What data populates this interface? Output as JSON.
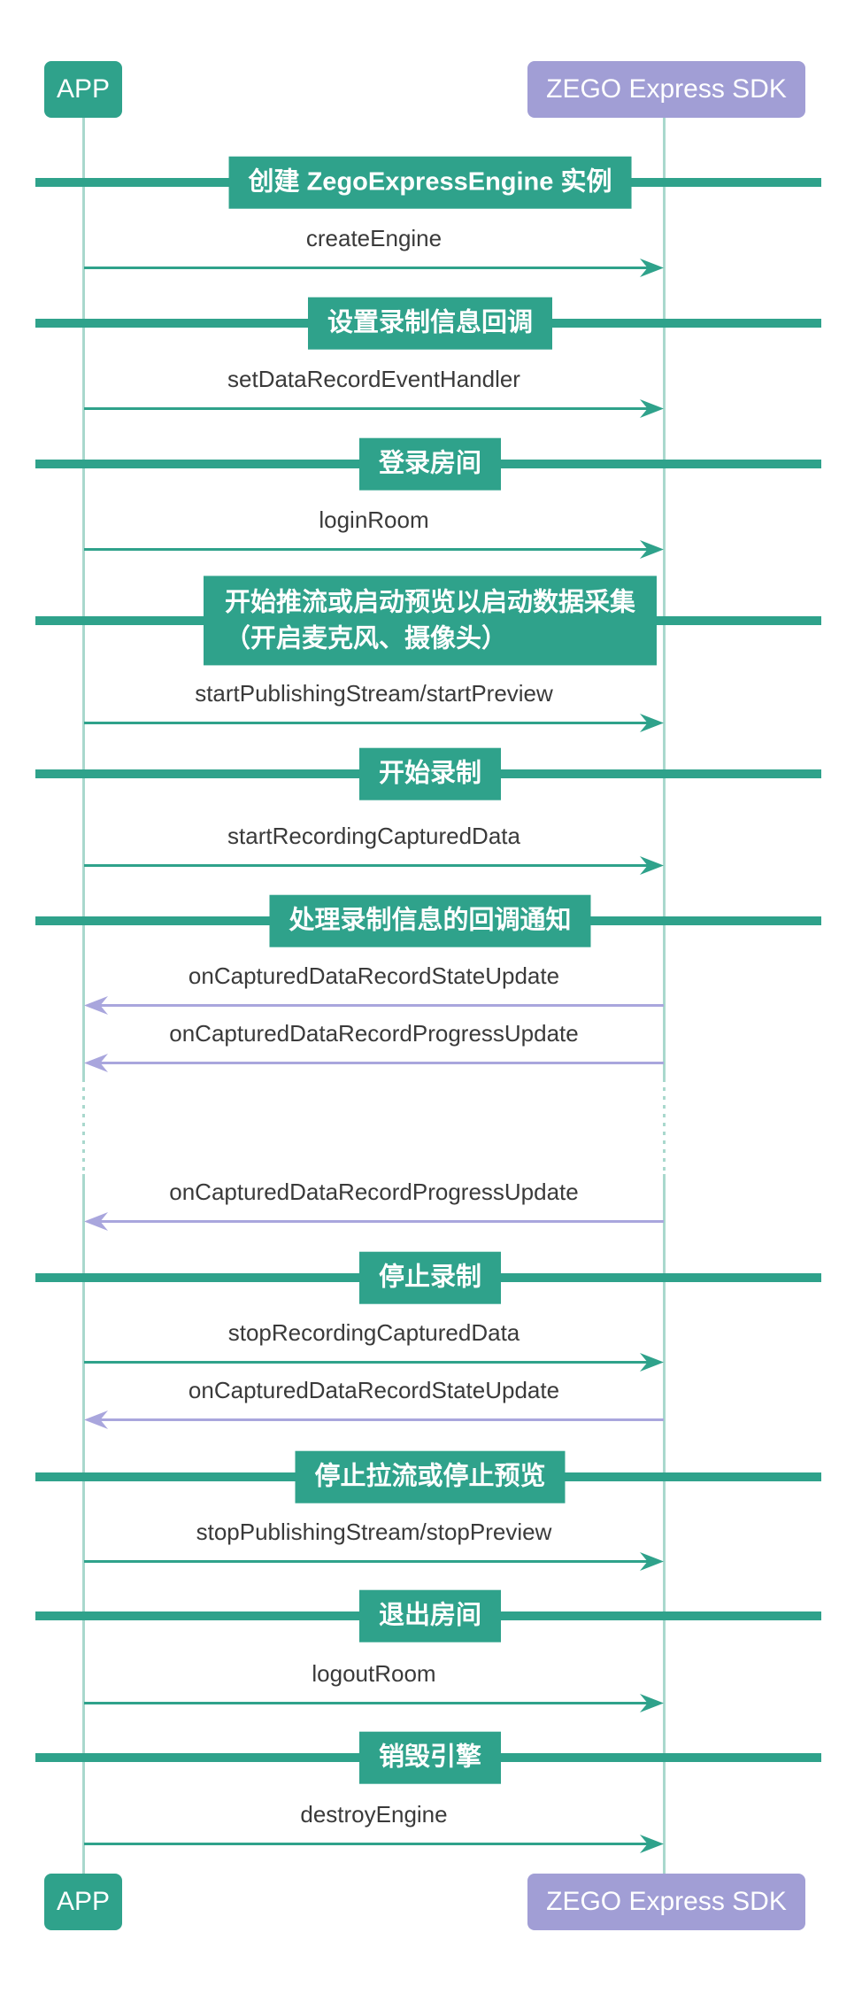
{
  "diagram": {
    "participants": {
      "app": {
        "label": "APP",
        "color": "#2FA28B"
      },
      "sdk": {
        "label": "ZEGO Express SDK",
        "color": "#A19ED5"
      }
    },
    "banners": [
      {
        "label": "创建 ZegoExpressEngine 实例"
      },
      {
        "label": "设置录制信息回调"
      },
      {
        "label": "登录房间"
      },
      {
        "label": "开始推流或启动预览以启动数据采集",
        "label_line2": "（开启麦克风、摄像头）"
      },
      {
        "label": "开始录制"
      },
      {
        "label": "处理录制信息的回调通知"
      },
      {
        "label": "停止录制"
      },
      {
        "label": "停止拉流或停止预览"
      },
      {
        "label": "退出房间"
      },
      {
        "label": "销毁引擎"
      }
    ],
    "messages": [
      {
        "label": "createEngine",
        "direction": "right",
        "from": "APP",
        "to": "ZEGO Express SDK"
      },
      {
        "label": "setDataRecordEventHandler",
        "direction": "right",
        "from": "APP",
        "to": "ZEGO Express SDK"
      },
      {
        "label": "loginRoom",
        "direction": "right",
        "from": "APP",
        "to": "ZEGO Express SDK"
      },
      {
        "label": "startPublishingStream/startPreview",
        "direction": "right",
        "from": "APP",
        "to": "ZEGO Express SDK"
      },
      {
        "label": "startRecordingCapturedData",
        "direction": "right",
        "from": "APP",
        "to": "ZEGO Express SDK"
      },
      {
        "label": "onCapturedDataRecordStateUpdate",
        "direction": "left",
        "from": "ZEGO Express SDK",
        "to": "APP"
      },
      {
        "label": "onCapturedDataRecordProgressUpdate",
        "direction": "left",
        "from": "ZEGO Express SDK",
        "to": "APP"
      },
      {
        "label": "onCapturedDataRecordProgressUpdate",
        "direction": "left",
        "from": "ZEGO Express SDK",
        "to": "APP"
      },
      {
        "label": "stopRecordingCapturedData",
        "direction": "right",
        "from": "APP",
        "to": "ZEGO Express SDK"
      },
      {
        "label": "onCapturedDataRecordStateUpdate",
        "direction": "left",
        "from": "ZEGO Express SDK",
        "to": "APP"
      },
      {
        "label": "stopPublishingStream/stopPreview",
        "direction": "right",
        "from": "APP",
        "to": "ZEGO Express SDK"
      },
      {
        "label": "logoutRoom",
        "direction": "right",
        "from": "APP",
        "to": "ZEGO Express SDK"
      },
      {
        "label": "destroyEngine",
        "direction": "right",
        "from": "APP",
        "to": "ZEGO Express SDK"
      }
    ],
    "colors": {
      "teal": "#2FA28B",
      "lifeline_teal": "#A9D8CD",
      "purple_box": "#A19ED5",
      "purple_arrow": "#A9A6DD",
      "message_text": "#3A3A3A"
    }
  }
}
